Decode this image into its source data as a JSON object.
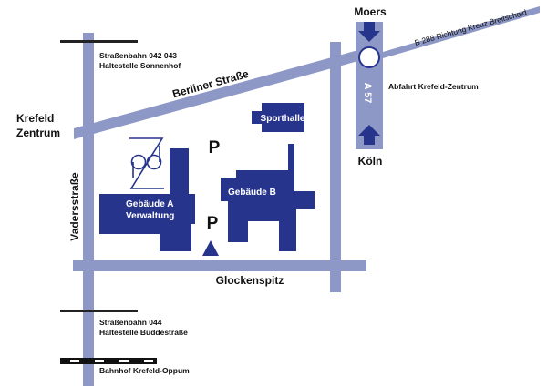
{
  "colors": {
    "road": "#8d98c6",
    "building": "#26348c",
    "text": "#111111",
    "white": "#ffffff"
  },
  "labels": {
    "tram_top_line1": "Straßenbahn 042 043",
    "tram_top_line2": "Haltestelle Sonnenhof",
    "tram_bottom_line1": "Straßenbahn 044",
    "tram_bottom_line2": "Haltestelle Buddestraße",
    "train": "Bahnhof Krefeld-Oppum",
    "berliner": "Berliner Straße",
    "krefeld_line1": "Krefeld",
    "krefeld_line2": "Zentrum",
    "vaders": "Vadersstraße",
    "glocken": "Glockenspitz",
    "moers": "Moers",
    "koeln": "Köln",
    "a57": "A 57",
    "b288": "B 288 Richtung Kreuz Breitscheid",
    "abfahrt": "Abfahrt Krefeld-Zentrum",
    "sporthalle": "Sporthalle",
    "gebaeude_a_line1": "Gebäude A",
    "gebaeude_a_line2": "Verwaltung",
    "gebaeude_b": "Gebäude B",
    "parking_1": "P",
    "parking_2": "P"
  },
  "icons": {
    "logo": "hs-niederrhein-logo-icon",
    "entrance": "entrance-triangle-icon",
    "arrow_down": "arrow-down-icon",
    "arrow_up": "arrow-up-icon",
    "interchange": "interchange-circle-icon"
  }
}
